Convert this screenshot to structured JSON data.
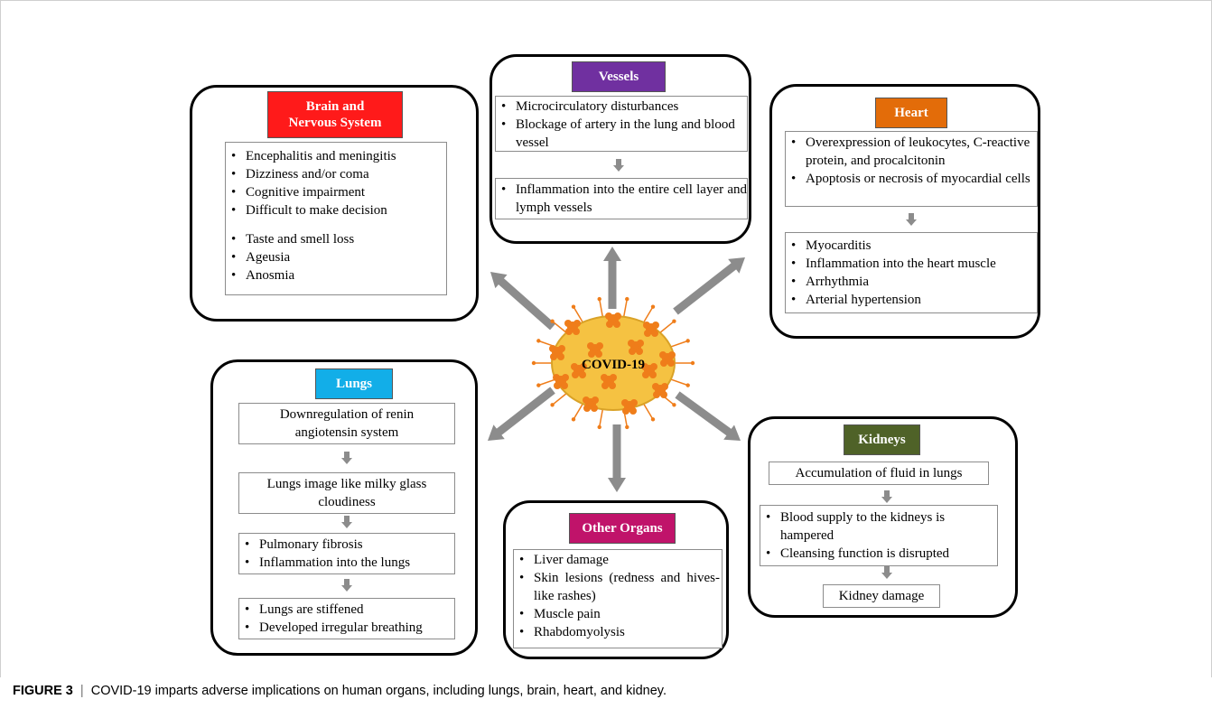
{
  "center": {
    "label": "COVID-19"
  },
  "brain": {
    "title": "Brain and Nervous System",
    "title_line1": "Brain and",
    "title_line2": "Nervous System",
    "color": "#ff1a1a",
    "group1": [
      "Encephalitis and meningitis",
      "Dizziness and/or coma",
      "Cognitive impairment",
      "Difficult to make decision"
    ],
    "group2": [
      "Taste and smell loss",
      "Ageusia",
      "Anosmia"
    ]
  },
  "vessels": {
    "title": "Vessels",
    "color": "#7030a0",
    "box1": [
      "Microcirculatory disturbances",
      "Blockage of artery in the lung and blood vessel"
    ],
    "box2": [
      "Inflammation into the entire cell layer and lymph vessels"
    ]
  },
  "heart": {
    "title": "Heart",
    "color": "#e36c09",
    "box1": [
      "Overexpression of leukocytes, C-reactive protein, and procalcitonin",
      "Apoptosis or necrosis of myocardial cells"
    ],
    "box2": [
      "Myocarditis",
      "Inflammation into the heart muscle",
      "Arrhythmia",
      "Arterial hypertension"
    ]
  },
  "lungs": {
    "title": "Lungs",
    "color": "#12aee8",
    "box1": "Downregulation of renin angiotensin system",
    "box2": "Lungs image like milky glass cloudiness",
    "box3": [
      "Pulmonary fibrosis",
      "Inflammation into the lungs"
    ],
    "box4": [
      "Lungs are stiffened",
      "Developed irregular breathing"
    ]
  },
  "other": {
    "title": "Other Organs",
    "color": "#c0136a",
    "items": [
      "Liver damage",
      "Skin lesions (redness and hives-like rashes)",
      "Muscle pain",
      "Rhabdomyolysis"
    ]
  },
  "kidneys": {
    "title": "Kidneys",
    "color": "#4f6228",
    "box1": "Accumulation of fluid in lungs",
    "box2": [
      "Blood supply to the kidneys is hampered",
      "Cleansing function is disrupted"
    ],
    "box3": "Kidney damage"
  },
  "caption": {
    "label": "FIGURE 3",
    "separator": "|",
    "text": "COVID-19 imparts adverse implications on human organs, including lungs, brain, heart, and kidney."
  },
  "colors": {
    "arrow": "#8c8c8c",
    "virus_body": "#f5c242",
    "virus_spike": "#ef7d1a"
  }
}
